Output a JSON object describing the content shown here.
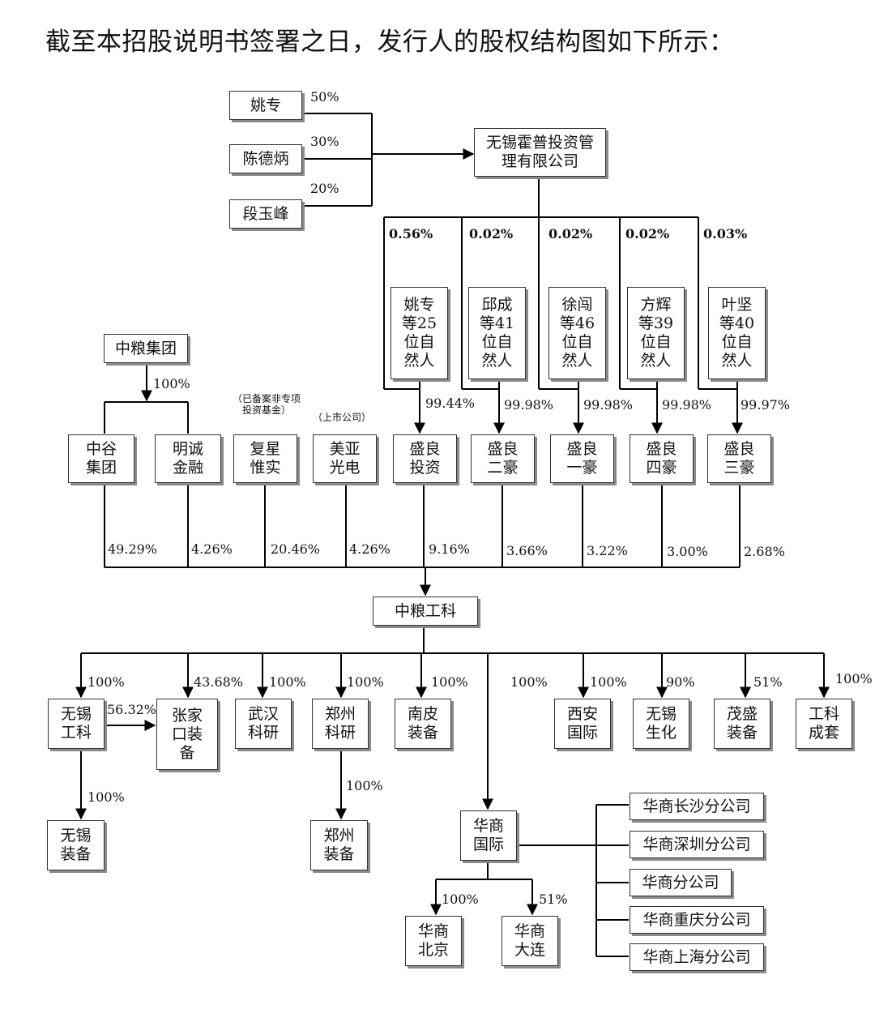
{
  "heading": "截至本招股说明书签署之日，发行人的股权结构图如下所示：",
  "colors": {
    "line": "#000000",
    "box_border": "#333333",
    "shadow": "#8a8a8a"
  },
  "nodes": {
    "yao_zhuan": "姚专",
    "chen_debing": "陈德炳",
    "duan_yufeng": "段玉峰",
    "wuxi_huopu": "无锡霍普投资管理有限公司",
    "group_yaozhuan": "姚专等25位自然人",
    "group_qiucheng": "邱成等41位自然人",
    "group_xuchuang": "徐闯等46位自然人",
    "group_fanghui": "方辉等39位自然人",
    "group_yejian": "叶坚等40位自然人",
    "zhongliang_group": "中粮集团",
    "zhonggu": "中谷集团",
    "mingcheng": "明诚金融",
    "fuxing": "复星惟实",
    "meiya": "美亚光电",
    "sl_touzi": "盛良投资",
    "sl_erhao": "盛良二豪",
    "sl_yihao": "盛良一豪",
    "sl_sihao": "盛良四豪",
    "sl_sanhao": "盛良三豪",
    "zlgk": "中粮工科",
    "wuxi_gk": "无锡工科",
    "zhangjiakou": "张家口装备",
    "wuhan": "武汉科研",
    "zhengzhou_ky": "郑州科研",
    "nanpi": "南皮装备",
    "xian": "西安国际",
    "wuxi_sh": "无锡生化",
    "maosheng": "茂盛装备",
    "gk_chengtao": "工科成套",
    "wuxi_zb": "无锡装备",
    "zhengzhou_zb": "郑州装备",
    "huashang": "华商国际",
    "hs_beijing": "华商北京",
    "hs_dalian": "华商大连",
    "hs_changsha": "华商长沙分公司",
    "hs_shenzhen": "华商深圳分公司",
    "hs_fen": "华商分公司",
    "hs_chongqing": "华商重庆分公司",
    "hs_shanghai": "华商上海分公司"
  },
  "notes": {
    "fuxing": "（已备案非专项投资基金）",
    "meiya": "（上市公司）"
  },
  "percents": {
    "p_yao": "50%",
    "p_chen": "30%",
    "p_duan": "20%",
    "p_g1": "0.56%",
    "p_g2": "0.02%",
    "p_g3": "0.02%",
    "p_g4": "0.02%",
    "p_g5": "0.03%",
    "p_sl1": "99.44%",
    "p_sl2": "99.98%",
    "p_sl3": "99.98%",
    "p_sl4": "99.98%",
    "p_sl5": "99.97%",
    "p_zlg": "100%",
    "p_zg": "49.29%",
    "p_mc": "4.26%",
    "p_fx": "20.46%",
    "p_my": "4.26%",
    "p_st": "9.16%",
    "p_se": "3.66%",
    "p_sy": "3.22%",
    "p_ss": "3.00%",
    "p_sh": "2.68%",
    "p_wxgk": "100%",
    "p_zjk": "43.68%",
    "p_zjk_wx": "56.32%",
    "p_wh": "100%",
    "p_zzky": "100%",
    "p_np": "100%",
    "p_hs": "100%",
    "p_xa": "100%",
    "p_wxsh": "90%",
    "p_ms": "51%",
    "p_gkct": "100%",
    "p_wxzb": "100%",
    "p_zzzb": "100%",
    "p_hsbj": "100%",
    "p_hsdl": "51%"
  }
}
